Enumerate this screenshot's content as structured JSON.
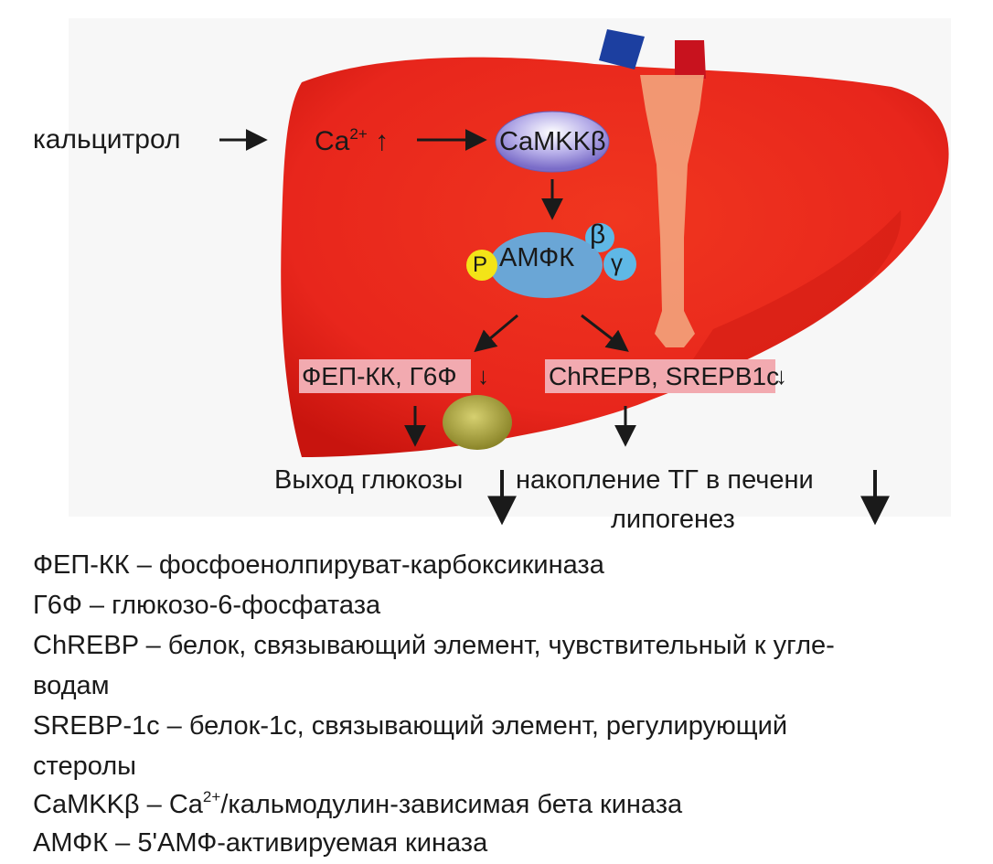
{
  "diagram": {
    "inputs": {
      "calcitriol": "кальцитрол",
      "ca_base": "Ca",
      "ca_charge": "2+",
      "ca_arrow": "↑"
    },
    "nodes": {
      "camkk": "CaMKKβ",
      "ampk": "АМФК",
      "ampk_beta": "β",
      "ampk_gamma": "γ",
      "phospho": "P"
    },
    "targets": {
      "left": "ФЕП-КК, Г6Ф",
      "left_arrow": "↓",
      "right": "ChREPB, SREPB1c",
      "right_arrow": "↓"
    },
    "outcomes": {
      "glucose": "Выход глюкозы",
      "tg": "накопление ТГ в печени",
      "lipogenesis": "липогенез"
    },
    "colors": {
      "liver": "#e8261c",
      "liver_dark": "#c8140e",
      "vein": "#1c3fa0",
      "artery": "#c8121e",
      "duct": "#f3a37c",
      "gallbladder": "#a9a338",
      "camkk_fill": "#8c7fd0",
      "ampk_fill": "#6aa6d6",
      "phospho_fill": "#f3e418",
      "label_bg": "#f2aab0"
    }
  },
  "legend": {
    "line1": "ФЕП-КК – фосфоенолпируват-карбоксикиназа",
    "line2": "Г6Ф – глюкозо-6-фосфатаза",
    "line3": "ChREBP – белок, связывающий элемент, чувствительный к угле-",
    "line4": "водам",
    "line5": "SREBP-1c – белок-1c, связывающий элемент, регулирующий",
    "line6": "стеролы",
    "line7_pre": "CaMKKβ – Ca",
    "line7_sup": "2+",
    "line7_post": "/кальмодулин-зависимая бета киназа",
    "line8": "АМФК – 5'АМФ-активируемая киназа"
  }
}
